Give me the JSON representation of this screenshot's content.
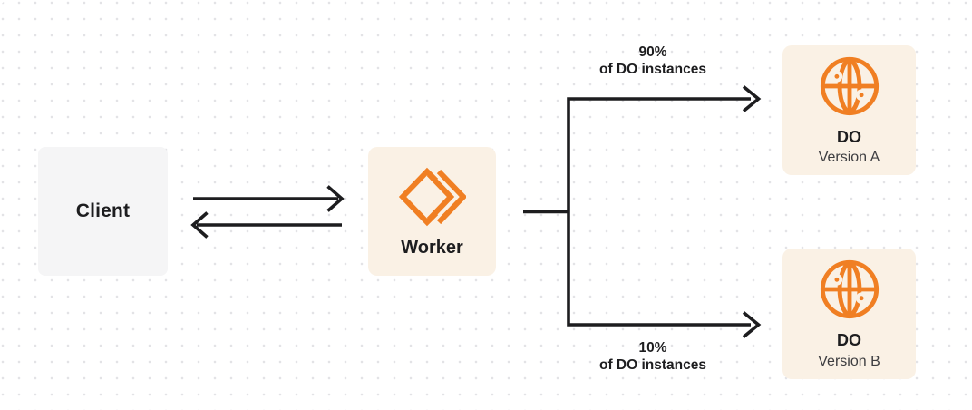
{
  "diagram": {
    "title": "Worker gradual deployment traffic split to Durable Object versions",
    "nodes": {
      "client": {
        "label": "Client"
      },
      "worker": {
        "label": "Worker",
        "icon": "workers-chevron-icon"
      },
      "do_version_a": {
        "title": "DO",
        "subtitle": "Version A",
        "icon": "globe-icon"
      },
      "do_version_b": {
        "title": "DO",
        "subtitle": "Version B",
        "icon": "globe-icon"
      }
    },
    "edges": {
      "client_worker": "bidirectional request/response arrows",
      "worker_do_a": {
        "percent": "90%",
        "caption": "of DO instances"
      },
      "worker_do_b": {
        "percent": "10%",
        "caption": "of DO instances"
      }
    },
    "colors": {
      "accent_orange": "#f07f23",
      "node_cream": "#faf1e5",
      "node_gray": "#f5f5f6",
      "line_dark": "#1d1d1f",
      "dot_grid": "#e3e3e6",
      "background": "#ffffff"
    }
  }
}
